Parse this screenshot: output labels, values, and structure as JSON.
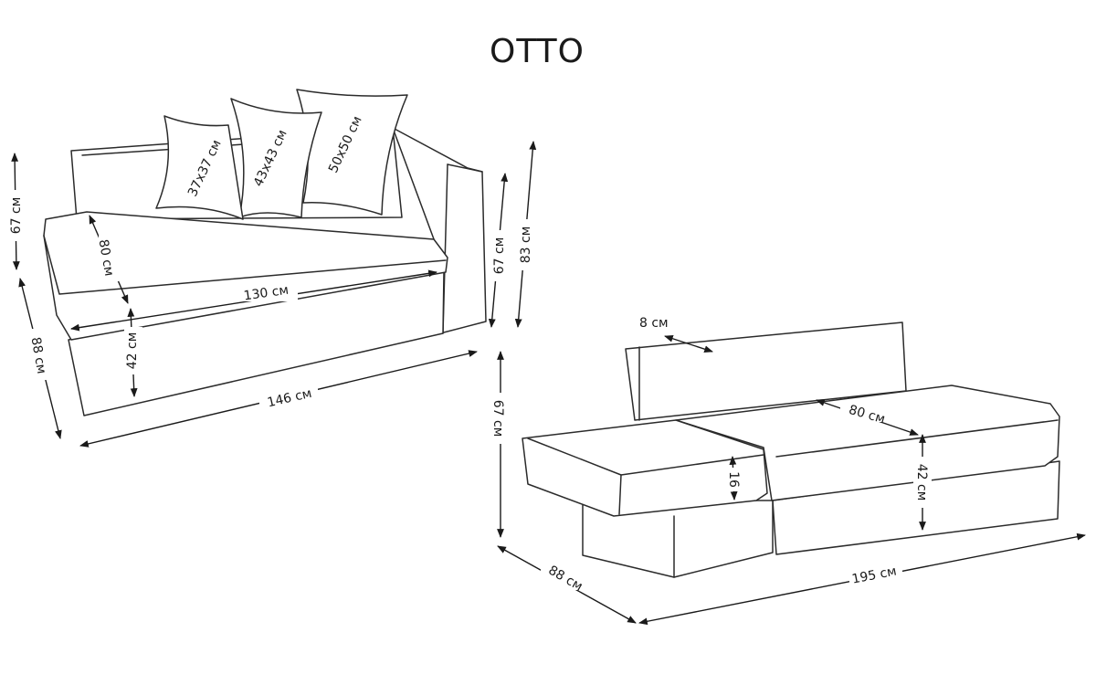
{
  "title": "OTTO",
  "left_view": {
    "height_back": "67 см",
    "depth": "88 см",
    "seat_depth": "80 см",
    "seat_width": "130 см",
    "seat_height": "42 см",
    "total_width": "146 см",
    "armrest_height": "67 см",
    "total_height": "83 см",
    "pillow_small": "37x37 см",
    "pillow_medium": "43x43 см",
    "pillow_large": "50x50 см"
  },
  "right_view": {
    "back_thickness": "8 см",
    "height": "67 см",
    "seat_depth": "80 см",
    "seat_height": "42 см",
    "cushion_thickness": "16",
    "depth": "88 см",
    "total_width": "195 см"
  },
  "colors": {
    "line": "#2b2b2b",
    "text": "#1a1a1a",
    "background": "#ffffff"
  }
}
